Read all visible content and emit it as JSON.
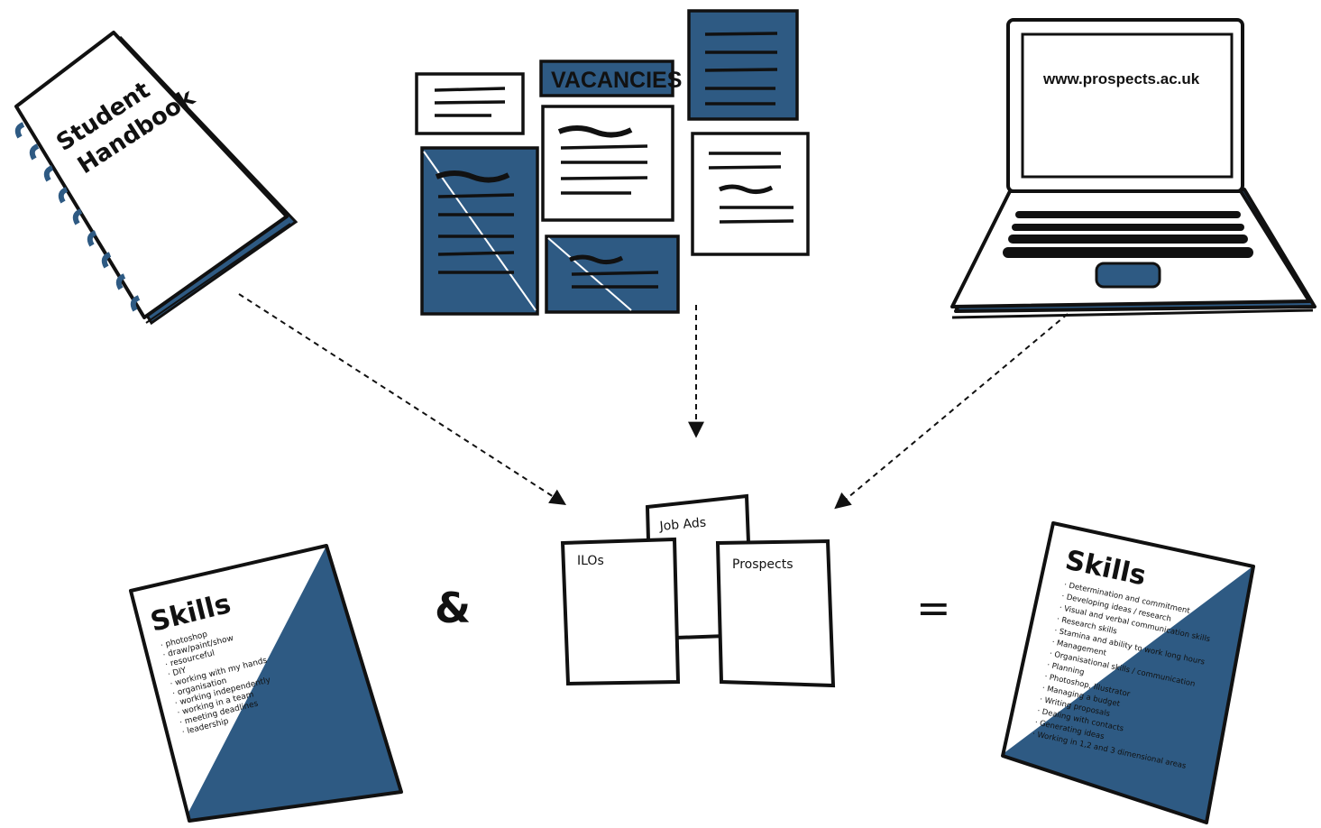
{
  "colors": {
    "ink": "#111111",
    "blue": "#2e5a83",
    "paper": "#ffffff"
  },
  "sources": {
    "handbook": {
      "label_line1": "Student",
      "label_line2": "Handbook",
      "icon": "spiral-notebook-icon"
    },
    "vacancies": {
      "header": "VACANCIES",
      "icon": "job-board-icon"
    },
    "laptop": {
      "screen_text": "www.prospects.ac.uk",
      "icon": "laptop-icon"
    }
  },
  "equation": {
    "left_sheet": {
      "title": "Skills",
      "items": [
        "· photoshop",
        "· draw/paint/show",
        "· resourceful",
        "· DIY",
        "· working with my hands",
        "· organisation",
        "· working independently",
        "· working in a team",
        "· meeting deadlines",
        "· leadership"
      ]
    },
    "ampersand": "&",
    "docs": {
      "back_tab": "Job Ads",
      "left": "ILOs",
      "right": "Prospects"
    },
    "equals": "=",
    "right_sheet": {
      "title": "Skills",
      "items": [
        "· Determination and commitment",
        "· Developing ideas / research",
        "· Visual and verbal communication skills",
        "· Research skills",
        "· Stamina and ability to work long hours",
        "· Management",
        "· Organisational skills / communication",
        "· Planning",
        "· Photoshop, Illustrator",
        "· Managing a budget",
        "· Writing proposals",
        "· Dealing with contacts",
        "· Generating ideas",
        "· Working in 1,2 and 3 dimensional areas"
      ]
    }
  }
}
